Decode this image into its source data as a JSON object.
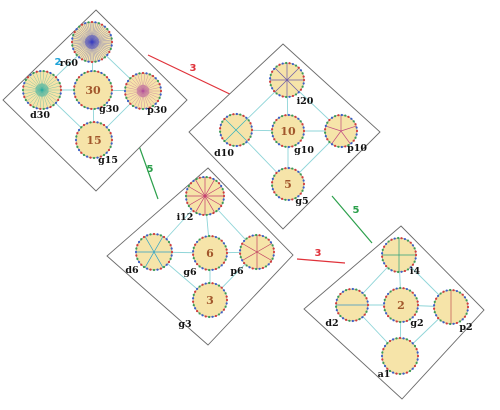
{
  "colors": {
    "edge_red": "#e0323a",
    "edge_green": "#2ca04c",
    "edge_cyan": "#8fd5d8",
    "node_fill": "#f6e4a9",
    "node_stroke": "#9a9a9a",
    "panel_stroke": "#6a6a6a",
    "center_number": "#a2572c",
    "cyan_label": "#1fa4d9"
  },
  "panels": [
    {
      "id": "p1",
      "nodes": [
        {
          "label": "r60",
          "number": ""
        },
        {
          "label": "d30",
          "number": ""
        },
        {
          "label": "g30",
          "number": "30"
        },
        {
          "label": "p30",
          "number": ""
        },
        {
          "label": "g15",
          "number": "15"
        }
      ],
      "edge_label": "2"
    },
    {
      "id": "p2",
      "nodes": [
        {
          "label": "i20",
          "number": ""
        },
        {
          "label": "d10",
          "number": ""
        },
        {
          "label": "g10",
          "number": "10"
        },
        {
          "label": "p10",
          "number": ""
        },
        {
          "label": "g5",
          "number": "5"
        }
      ]
    },
    {
      "id": "p3",
      "nodes": [
        {
          "label": "i12",
          "number": ""
        },
        {
          "label": "d6",
          "number": ""
        },
        {
          "label": "g6",
          "number": "6"
        },
        {
          "label": "p6",
          "number": ""
        },
        {
          "label": "g3",
          "number": "3"
        }
      ]
    },
    {
      "id": "p4",
      "nodes": [
        {
          "label": "i4",
          "number": ""
        },
        {
          "label": "d2",
          "number": ""
        },
        {
          "label": "g2",
          "number": "2"
        },
        {
          "label": "p2",
          "number": ""
        },
        {
          "label": "a1",
          "number": ""
        }
      ]
    }
  ],
  "connections": [
    {
      "from": "p1",
      "to": "p2",
      "label": "3",
      "color": "#e0323a"
    },
    {
      "from": "p1",
      "to": "p3",
      "label": "5",
      "color": "#2ca04c"
    },
    {
      "from": "p2",
      "to": "p4",
      "label": "5",
      "color": "#2ca04c"
    },
    {
      "from": "p3",
      "to": "p4",
      "label": "3",
      "color": "#e0323a"
    }
  ]
}
